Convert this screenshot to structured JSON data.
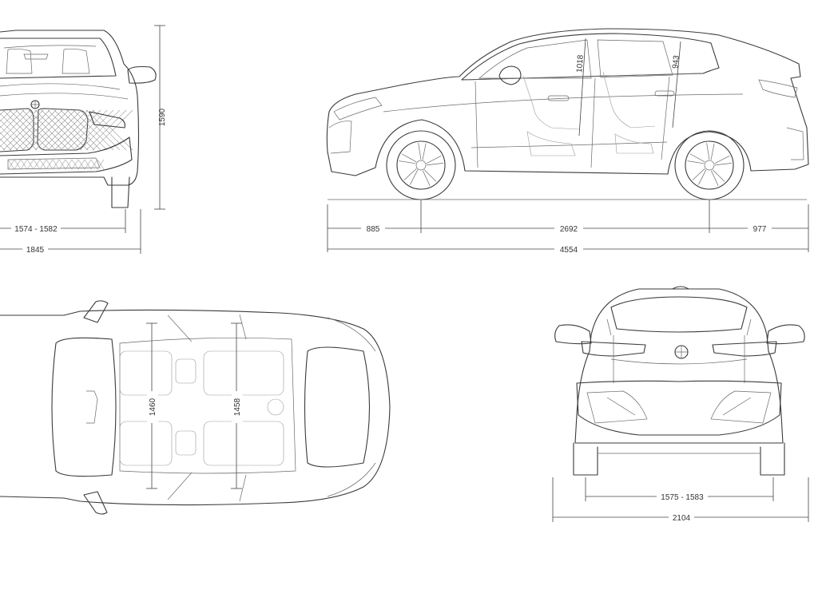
{
  "views": {
    "front": {
      "track_label": "1574 - 1582",
      "width_label": "1845",
      "height_label": "1590"
    },
    "side": {
      "front_overhang_label": "885",
      "wheelbase_label": "2692",
      "rear_overhang_label": "977",
      "length_label": "4554",
      "front_headroom_label": "1018",
      "rear_headroom_label": "943"
    },
    "top": {
      "front_shoulder_label": "1460",
      "rear_shoulder_label": "1458"
    },
    "rear": {
      "track_label": "1575 - 1583",
      "width_label": "2104"
    }
  },
  "colors": {
    "line": "#3a3a3a",
    "background": "#ffffff"
  }
}
